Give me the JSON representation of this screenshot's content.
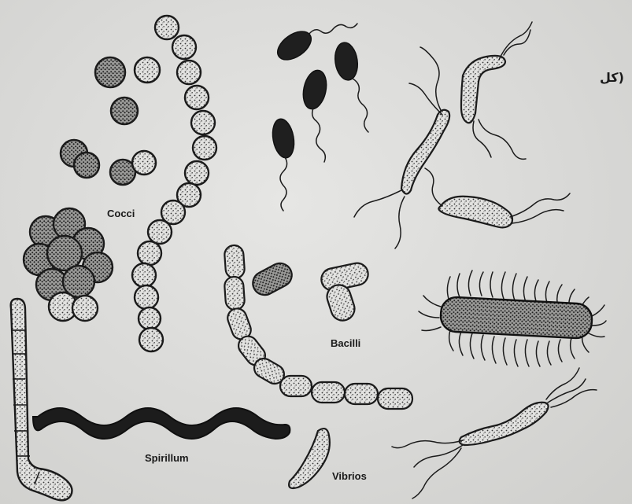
{
  "labels": {
    "cocci": "Cocci",
    "bacilli": "Bacilli",
    "spirillum": "Spirillum",
    "vibrios": "Vibrios",
    "arabic_fragment": "كل)"
  }
}
